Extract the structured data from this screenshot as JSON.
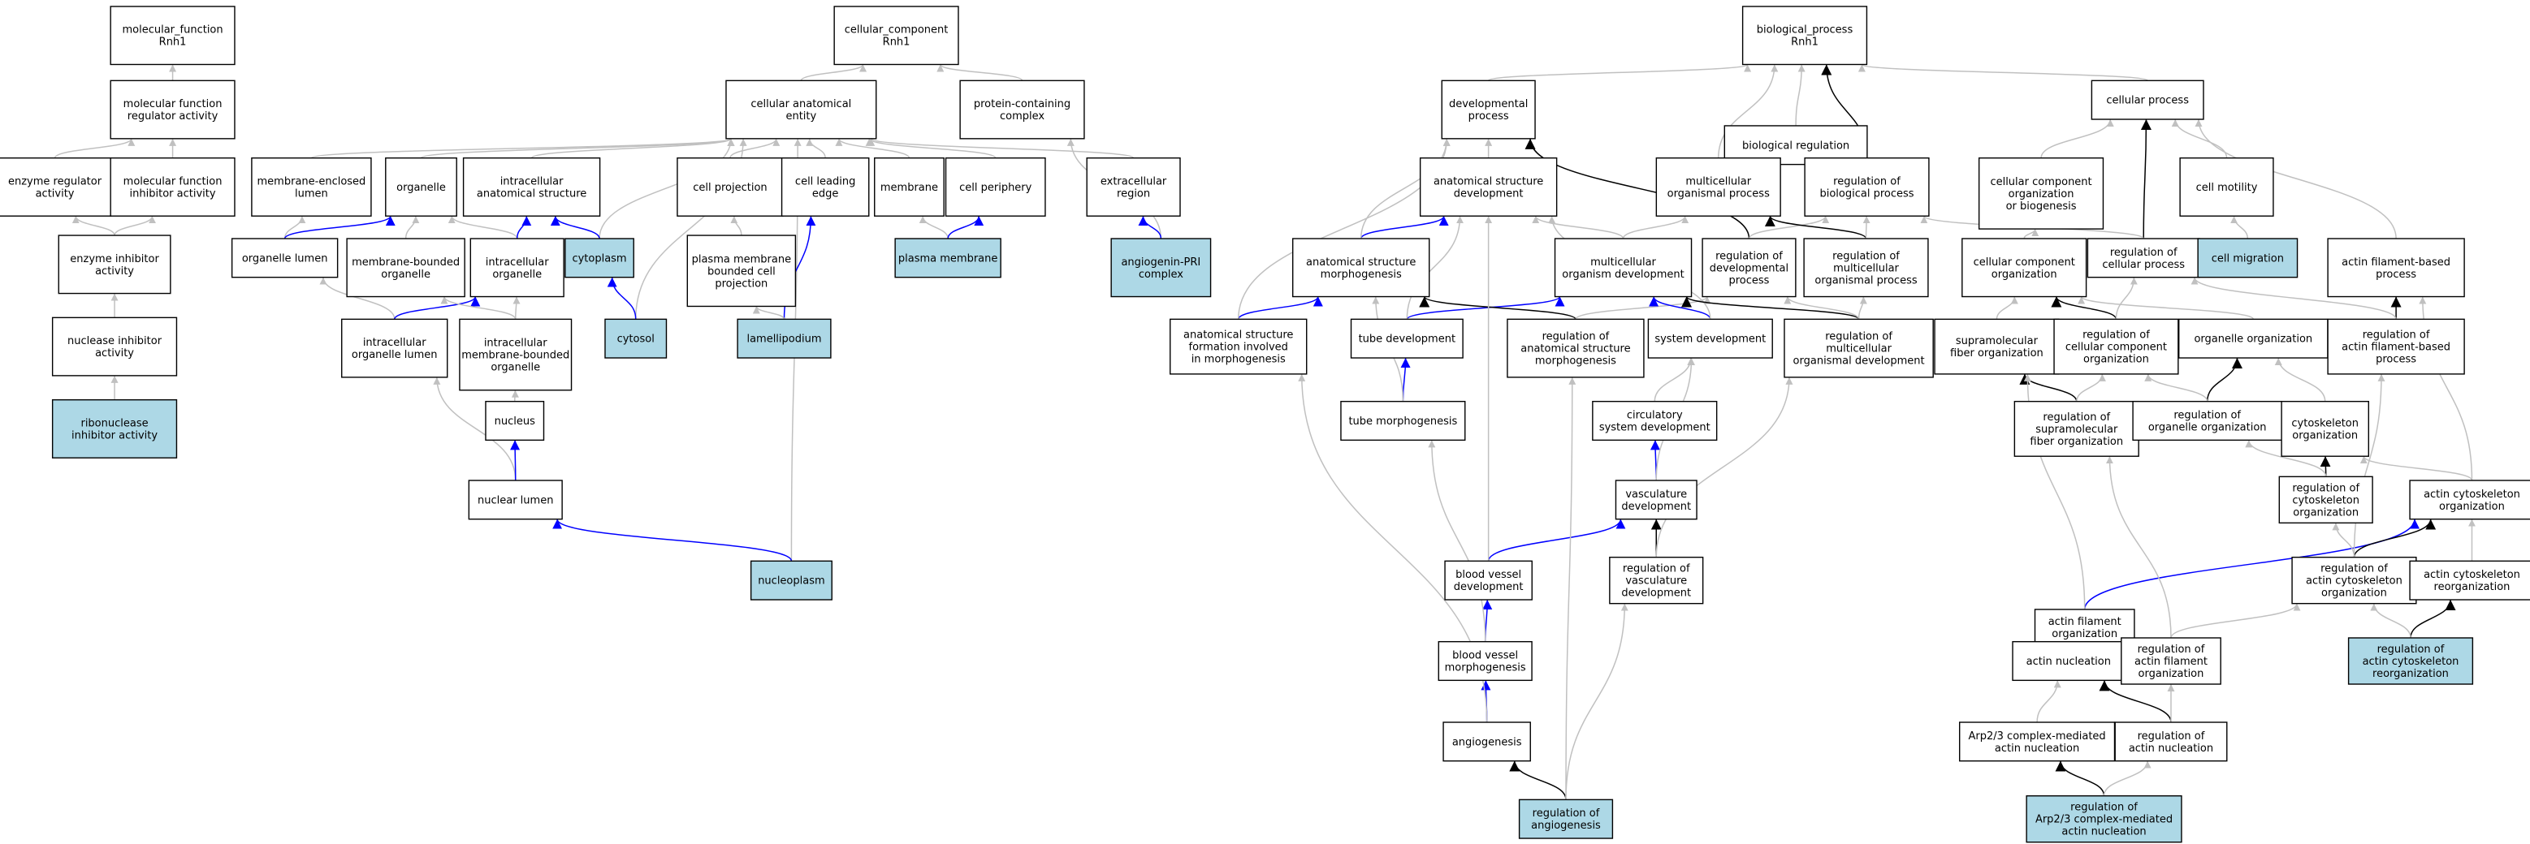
{
  "colors": {
    "highlight": "#add8e6",
    "plain": "#ffffff",
    "is_a": "#c0c0c0",
    "part_of": "#0000ff",
    "regulates": "#000000"
  },
  "nodes": [
    {
      "id": "mf_root",
      "lines": [
        "molecular_function",
        "Rnh1"
      ]
    },
    {
      "id": "mf_reg",
      "lines": [
        "molecular function",
        "regulator activity"
      ]
    },
    {
      "id": "enz_reg",
      "lines": [
        "enzyme regulator",
        "activity"
      ]
    },
    {
      "id": "mf_inh",
      "lines": [
        "molecular function",
        "inhibitor activity"
      ]
    },
    {
      "id": "enz_inh",
      "lines": [
        "enzyme inhibitor",
        "activity"
      ]
    },
    {
      "id": "nuc_inh",
      "lines": [
        "nuclease inhibitor",
        "activity"
      ]
    },
    {
      "id": "ribonuc",
      "lines": [
        "ribonuclease",
        "inhibitor activity"
      ],
      "highlight": true
    },
    {
      "id": "cc_root",
      "lines": [
        "cellular_component",
        "Rnh1"
      ]
    },
    {
      "id": "cae",
      "lines": [
        "cellular anatomical",
        "entity"
      ]
    },
    {
      "id": "prot_cx",
      "lines": [
        "protein-containing",
        "complex"
      ]
    },
    {
      "id": "mem_lumen",
      "lines": [
        "membrane-enclosed",
        "lumen"
      ]
    },
    {
      "id": "organelle",
      "lines": [
        "organelle"
      ]
    },
    {
      "id": "ias",
      "lines": [
        "intracellular",
        "anatomical structure"
      ]
    },
    {
      "id": "cell_proj",
      "lines": [
        "cell projection"
      ]
    },
    {
      "id": "cle",
      "lines": [
        "cell leading",
        "edge"
      ]
    },
    {
      "id": "membrane",
      "lines": [
        "membrane"
      ]
    },
    {
      "id": "periphery",
      "lines": [
        "cell periphery"
      ]
    },
    {
      "id": "extracell",
      "lines": [
        "extracellular",
        "region"
      ]
    },
    {
      "id": "org_lumen",
      "lines": [
        "organelle lumen"
      ]
    },
    {
      "id": "mb_org",
      "lines": [
        "membrane-bounded",
        "organelle"
      ]
    },
    {
      "id": "ic_org",
      "lines": [
        "intracellular",
        "organelle"
      ]
    },
    {
      "id": "cytoplasm",
      "lines": [
        "cytoplasm"
      ],
      "highlight": true
    },
    {
      "id": "pmbcp",
      "lines": [
        "plasma membrane",
        "bounded cell",
        "projection"
      ]
    },
    {
      "id": "pm",
      "lines": [
        "plasma membrane"
      ],
      "highlight": true
    },
    {
      "id": "angio_pri",
      "lines": [
        "angiogenin-PRI",
        "complex"
      ],
      "highlight": true
    },
    {
      "id": "ic_org_lumen",
      "lines": [
        "intracellular",
        "organelle lumen"
      ]
    },
    {
      "id": "ic_mbo",
      "lines": [
        "intracellular",
        "membrane-bounded",
        "organelle"
      ]
    },
    {
      "id": "cytosol",
      "lines": [
        "cytosol"
      ],
      "highlight": true
    },
    {
      "id": "lamelli",
      "lines": [
        "lamellipodium"
      ],
      "highlight": true
    },
    {
      "id": "nucleus",
      "lines": [
        "nucleus"
      ]
    },
    {
      "id": "nuc_lumen",
      "lines": [
        "nuclear lumen"
      ]
    },
    {
      "id": "nucleoplasm",
      "lines": [
        "nucleoplasm"
      ],
      "highlight": true
    },
    {
      "id": "bp_root",
      "lines": [
        "biological_process",
        "Rnh1"
      ]
    },
    {
      "id": "dev",
      "lines": [
        "developmental",
        "process"
      ]
    },
    {
      "id": "bioreg",
      "lines": [
        "biological regulation"
      ]
    },
    {
      "id": "cellproc",
      "lines": [
        "cellular process"
      ]
    },
    {
      "id": "asd",
      "lines": [
        "anatomical structure",
        "development"
      ]
    },
    {
      "id": "multi_proc",
      "lines": [
        "multicellular",
        "organismal process"
      ]
    },
    {
      "id": "reg_bp",
      "lines": [
        "regulation of",
        "biological process"
      ]
    },
    {
      "id": "ccob",
      "lines": [
        "cellular component",
        "organization",
        "or biogenesis"
      ]
    },
    {
      "id": "motility",
      "lines": [
        "cell motility"
      ]
    },
    {
      "id": "asm",
      "lines": [
        "anatomical structure",
        "morphogenesis"
      ]
    },
    {
      "id": "mod",
      "lines": [
        "multicellular",
        "organism development"
      ]
    },
    {
      "id": "reg_dev",
      "lines": [
        "regulation of",
        "developmental",
        "process"
      ]
    },
    {
      "id": "reg_multi",
      "lines": [
        "regulation of",
        "multicellular",
        "organismal process"
      ]
    },
    {
      "id": "cco",
      "lines": [
        "cellular component",
        "organization"
      ]
    },
    {
      "id": "reg_cp",
      "lines": [
        "regulation of",
        "cellular process"
      ]
    },
    {
      "id": "migration",
      "lines": [
        "cell migration"
      ],
      "highlight": true
    },
    {
      "id": "afbp",
      "lines": [
        "actin filament-based",
        "process"
      ]
    },
    {
      "id": "asf",
      "lines": [
        "anatomical structure",
        "formation involved",
        "in morphogenesis"
      ]
    },
    {
      "id": "tube_dev",
      "lines": [
        "tube development"
      ]
    },
    {
      "id": "reg_asm",
      "lines": [
        "regulation of",
        "anatomical structure",
        "morphogenesis"
      ]
    },
    {
      "id": "sysdev",
      "lines": [
        "system development"
      ]
    },
    {
      "id": "reg_mod",
      "lines": [
        "regulation of",
        "multicellular",
        "organismal development"
      ]
    },
    {
      "id": "sfo",
      "lines": [
        "supramolecular",
        "fiber organization"
      ]
    },
    {
      "id": "reg_cco",
      "lines": [
        "regulation of",
        "cellular component",
        "organization"
      ]
    },
    {
      "id": "org_org",
      "lines": [
        "organelle organization"
      ]
    },
    {
      "id": "reg_afbp",
      "lines": [
        "regulation of",
        "actin filament-based",
        "process"
      ]
    },
    {
      "id": "tube_morph",
      "lines": [
        "tube morphogenesis"
      ]
    },
    {
      "id": "circ",
      "lines": [
        "circulatory",
        "system development"
      ]
    },
    {
      "id": "reg_sfo",
      "lines": [
        "regulation of",
        "supramolecular",
        "fiber organization"
      ]
    },
    {
      "id": "reg_oo",
      "lines": [
        "regulation of",
        "organelle organization"
      ]
    },
    {
      "id": "cyto_org",
      "lines": [
        "cytoskeleton",
        "organization"
      ]
    },
    {
      "id": "vasc",
      "lines": [
        "vasculature",
        "development"
      ]
    },
    {
      "id": "reg_cyto",
      "lines": [
        "regulation of",
        "cytoskeleton",
        "organization"
      ]
    },
    {
      "id": "aco",
      "lines": [
        "actin cytoskeleton",
        "organization"
      ]
    },
    {
      "id": "bvd",
      "lines": [
        "blood vessel",
        "development"
      ]
    },
    {
      "id": "reg_vasc",
      "lines": [
        "regulation of",
        "vasculature",
        "development"
      ]
    },
    {
      "id": "afo",
      "lines": [
        "actin filament",
        "organization"
      ]
    },
    {
      "id": "reg_aco",
      "lines": [
        "regulation of",
        "actin cytoskeleton",
        "organization"
      ]
    },
    {
      "id": "acr",
      "lines": [
        "actin cytoskeleton",
        "reorganization"
      ]
    },
    {
      "id": "bvm",
      "lines": [
        "blood vessel",
        "morphogenesis"
      ]
    },
    {
      "id": "actin_nuc",
      "lines": [
        "actin nucleation"
      ]
    },
    {
      "id": "reg_afo",
      "lines": [
        "regulation of",
        "actin filament",
        "organization"
      ]
    },
    {
      "id": "reg_acr",
      "lines": [
        "regulation of",
        "actin cytoskeleton",
        "reorganization"
      ],
      "highlight": true
    },
    {
      "id": "angiogenesis",
      "lines": [
        "angiogenesis"
      ]
    },
    {
      "id": "arp23",
      "lines": [
        "Arp2/3 complex-mediated",
        "actin nucleation"
      ]
    },
    {
      "id": "reg_an",
      "lines": [
        "regulation of",
        "actin nucleation"
      ]
    },
    {
      "id": "reg_angio",
      "lines": [
        "regulation of",
        "angiogenesis"
      ],
      "highlight": true
    },
    {
      "id": "reg_arp23",
      "lines": [
        "regulation of",
        "Arp2/3 complex-mediated",
        "actin nucleation"
      ],
      "highlight": true
    }
  ],
  "edges": [
    [
      "mf_reg",
      "mf_root",
      "is_a"
    ],
    [
      "enz_reg",
      "mf_reg",
      "is_a"
    ],
    [
      "mf_inh",
      "mf_reg",
      "is_a"
    ],
    [
      "enz_inh",
      "enz_reg",
      "is_a"
    ],
    [
      "enz_inh",
      "mf_inh",
      "is_a"
    ],
    [
      "nuc_inh",
      "enz_inh",
      "is_a"
    ],
    [
      "ribonuc",
      "nuc_inh",
      "is_a"
    ],
    [
      "cae",
      "cc_root",
      "is_a"
    ],
    [
      "prot_cx",
      "cc_root",
      "is_a"
    ],
    [
      "mem_lumen",
      "cae",
      "is_a"
    ],
    [
      "organelle",
      "cae",
      "is_a"
    ],
    [
      "ias",
      "cae",
      "is_a"
    ],
    [
      "cell_proj",
      "cae",
      "is_a"
    ],
    [
      "cle",
      "cae",
      "is_a"
    ],
    [
      "membrane",
      "cae",
      "is_a"
    ],
    [
      "periphery",
      "cae",
      "is_a"
    ],
    [
      "extracell",
      "cae",
      "is_a"
    ],
    [
      "cytoplasm",
      "cae",
      "is_a"
    ],
    [
      "cytosol",
      "cae",
      "is_a"
    ],
    [
      "nucleoplasm",
      "cae",
      "is_a"
    ],
    [
      "org_lumen",
      "mem_lumen",
      "is_a"
    ],
    [
      "org_lumen",
      "organelle",
      "part_of"
    ],
    [
      "mb_org",
      "organelle",
      "is_a"
    ],
    [
      "ic_org",
      "organelle",
      "is_a"
    ],
    [
      "ic_org",
      "ias",
      "part_of"
    ],
    [
      "cytoplasm",
      "ias",
      "part_of"
    ],
    [
      "pmbcp",
      "cell_proj",
      "is_a"
    ],
    [
      "lamelli",
      "cle",
      "part_of"
    ],
    [
      "pm",
      "membrane",
      "is_a"
    ],
    [
      "pm",
      "periphery",
      "part_of"
    ],
    [
      "angio_pri",
      "prot_cx",
      "is_a"
    ],
    [
      "angio_pri",
      "extracell",
      "part_of"
    ],
    [
      "ic_org_lumen",
      "org_lumen",
      "is_a"
    ],
    [
      "ic_org_lumen",
      "ic_org",
      "part_of"
    ],
    [
      "ic_mbo",
      "mb_org",
      "is_a"
    ],
    [
      "ic_mbo",
      "ic_org",
      "is_a"
    ],
    [
      "cytosol",
      "cytoplasm",
      "part_of"
    ],
    [
      "lamelli",
      "pmbcp",
      "is_a"
    ],
    [
      "nucleus",
      "ic_mbo",
      "is_a"
    ],
    [
      "nuc_lumen",
      "ic_org_lumen",
      "is_a"
    ],
    [
      "nuc_lumen",
      "nucleus",
      "part_of"
    ],
    [
      "nucleoplasm",
      "nuc_lumen",
      "part_of"
    ],
    [
      "dev",
      "bp_root",
      "is_a"
    ],
    [
      "bioreg",
      "bp_root",
      "is_a"
    ],
    [
      "cellproc",
      "bp_root",
      "is_a"
    ],
    [
      "multi_proc",
      "bp_root",
      "is_a"
    ],
    [
      "reg_bp",
      "bp_root",
      "regulates"
    ],
    [
      "reg_bp",
      "bioreg",
      "is_a"
    ],
    [
      "asd",
      "dev",
      "is_a"
    ],
    [
      "reg_dev",
      "dev",
      "regulates"
    ],
    [
      "reg_dev",
      "reg_bp",
      "is_a"
    ],
    [
      "ccob",
      "cellproc",
      "is_a"
    ],
    [
      "motility",
      "cellproc",
      "is_a"
    ],
    [
      "reg_cp",
      "cellproc",
      "regulates"
    ],
    [
      "reg_cp",
      "reg_bp",
      "is_a"
    ],
    [
      "afbp",
      "cellproc",
      "is_a"
    ],
    [
      "asm",
      "asd",
      "part_of"
    ],
    [
      "asm",
      "dev",
      "is_a"
    ],
    [
      "mod",
      "asd",
      "is_a"
    ],
    [
      "mod",
      "multi_proc",
      "is_a"
    ],
    [
      "reg_multi",
      "multi_proc",
      "regulates"
    ],
    [
      "reg_multi",
      "reg_bp",
      "is_a"
    ],
    [
      "cco",
      "ccob",
      "is_a"
    ],
    [
      "migration",
      "motility",
      "is_a"
    ],
    [
      "asf",
      "asm",
      "part_of"
    ],
    [
      "asf",
      "dev",
      "is_a"
    ],
    [
      "tube_dev",
      "mod",
      "part_of"
    ],
    [
      "tube_dev",
      "asd",
      "is_a"
    ],
    [
      "reg_asm",
      "asm",
      "regulates"
    ],
    [
      "reg_asm",
      "reg_dev",
      "is_a"
    ],
    [
      "sysdev",
      "mod",
      "part_of"
    ],
    [
      "sysdev",
      "asd",
      "is_a"
    ],
    [
      "reg_mod",
      "mod",
      "regulates"
    ],
    [
      "reg_mod",
      "reg_dev",
      "is_a"
    ],
    [
      "reg_mod",
      "reg_multi",
      "is_a"
    ],
    [
      "sfo",
      "cco",
      "is_a"
    ],
    [
      "reg_cco",
      "cco",
      "regulates"
    ],
    [
      "reg_cco",
      "reg_cp",
      "is_a"
    ],
    [
      "org_org",
      "cco",
      "is_a"
    ],
    [
      "reg_afbp",
      "afbp",
      "regulates"
    ],
    [
      "reg_afbp",
      "reg_cp",
      "is_a"
    ],
    [
      "tube_morph",
      "tube_dev",
      "part_of"
    ],
    [
      "tube_morph",
      "asm",
      "is_a"
    ],
    [
      "circ",
      "sysdev",
      "is_a"
    ],
    [
      "reg_sfo",
      "sfo",
      "regulates"
    ],
    [
      "reg_sfo",
      "reg_cco",
      "is_a"
    ],
    [
      "reg_oo",
      "org_org",
      "regulates"
    ],
    [
      "reg_oo",
      "reg_cco",
      "is_a"
    ],
    [
      "cyto_org",
      "org_org",
      "is_a"
    ],
    [
      "vasc",
      "circ",
      "part_of"
    ],
    [
      "vasc",
      "sysdev",
      "is_a"
    ],
    [
      "reg_cyto",
      "cyto_org",
      "regulates"
    ],
    [
      "reg_cyto",
      "reg_oo",
      "is_a"
    ],
    [
      "aco",
      "cyto_org",
      "is_a"
    ],
    [
      "aco",
      "afbp",
      "is_a"
    ],
    [
      "bvd",
      "vasc",
      "part_of"
    ],
    [
      "bvd",
      "asd",
      "is_a"
    ],
    [
      "reg_vasc",
      "vasc",
      "regulates"
    ],
    [
      "reg_vasc",
      "reg_mod",
      "is_a"
    ],
    [
      "afo",
      "aco",
      "part_of"
    ],
    [
      "afo",
      "sfo",
      "is_a"
    ],
    [
      "reg_aco",
      "aco",
      "regulates"
    ],
    [
      "reg_aco",
      "reg_cyto",
      "is_a"
    ],
    [
      "reg_aco",
      "reg_afbp",
      "is_a"
    ],
    [
      "acr",
      "aco",
      "is_a"
    ],
    [
      "bvm",
      "bvd",
      "part_of"
    ],
    [
      "bvm",
      "tube_morph",
      "is_a"
    ],
    [
      "actin_nuc",
      "afo",
      "is_a"
    ],
    [
      "reg_afo",
      "afo",
      "regulates"
    ],
    [
      "reg_afo",
      "reg_sfo",
      "is_a"
    ],
    [
      "reg_afo",
      "reg_aco",
      "is_a"
    ],
    [
      "reg_acr",
      "acr",
      "regulates"
    ],
    [
      "reg_acr",
      "reg_aco",
      "is_a"
    ],
    [
      "angiogenesis",
      "bvm",
      "part_of"
    ],
    [
      "angiogenesis",
      "asf",
      "is_a"
    ],
    [
      "arp23",
      "actin_nuc",
      "is_a"
    ],
    [
      "reg_an",
      "actin_nuc",
      "regulates"
    ],
    [
      "reg_an",
      "reg_afo",
      "is_a"
    ],
    [
      "reg_angio",
      "angiogenesis",
      "regulates"
    ],
    [
      "reg_angio",
      "reg_asm",
      "is_a"
    ],
    [
      "reg_angio",
      "reg_vasc",
      "is_a"
    ],
    [
      "reg_arp23",
      "arp23",
      "regulates"
    ],
    [
      "reg_arp23",
      "reg_an",
      "is_a"
    ]
  ]
}
